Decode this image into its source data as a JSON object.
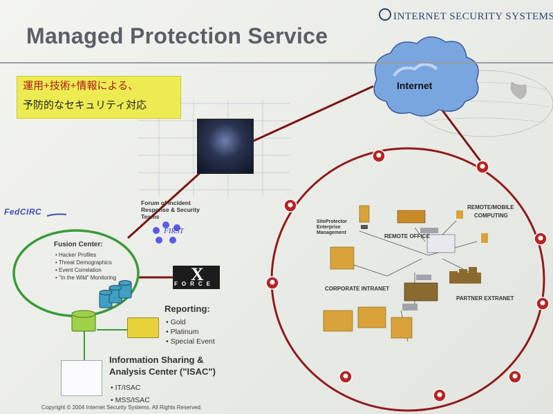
{
  "header": {
    "logo": "INTERNET SECURITY SYSTEMS",
    "logo_tm": "™",
    "title": "Managed Protection Service"
  },
  "japanese_box": {
    "line1": "運用+技術+情報による、",
    "line2": "予防的なセキュリティ対応"
  },
  "internet": {
    "label": "Internet"
  },
  "fedcirc": {
    "label": "FedCIRC"
  },
  "forum": {
    "label": "Forum of Incident Response & Security Teams",
    "logo": "FIRST"
  },
  "fusion_center": {
    "title": "Fusion Center:",
    "items": [
      "Hacker Profiles",
      "Threat Demographics",
      "Event Correlation",
      "\"In the Wild\" Monitoring"
    ]
  },
  "xforce": {
    "x": "X",
    "force": "FORCE"
  },
  "reporting": {
    "title": "Reporting:",
    "items": [
      "Gold",
      "Platinum",
      "Special Event"
    ]
  },
  "isac": {
    "title_line1": "Information Sharing &",
    "title_line2": "Analysis Center (\"ISAC\")",
    "items": [
      "IT/ISAC",
      "MSS/ISAC"
    ]
  },
  "network": {
    "remote_office": "REMOTE OFFICE",
    "remote_mobile": "REMOTE/MOBILE",
    "computing": "COMPUTING",
    "corporate_intranet": "CORPORATE INTRANET",
    "partner_extranet": "PARTNER EXTRANET",
    "mgmt_line1": "SiteProtector Enterprise",
    "mgmt_line2": "Management"
  },
  "footer": {
    "copyright": "Copyright © 2004 Internet Security Systems. All Rights Reserved."
  },
  "colors": {
    "ring": "#8e1a1a",
    "threat": "#b82424",
    "fusion_ring": "#3a9a3a",
    "highlight": "#ecec52",
    "title": "#5b5e66"
  }
}
